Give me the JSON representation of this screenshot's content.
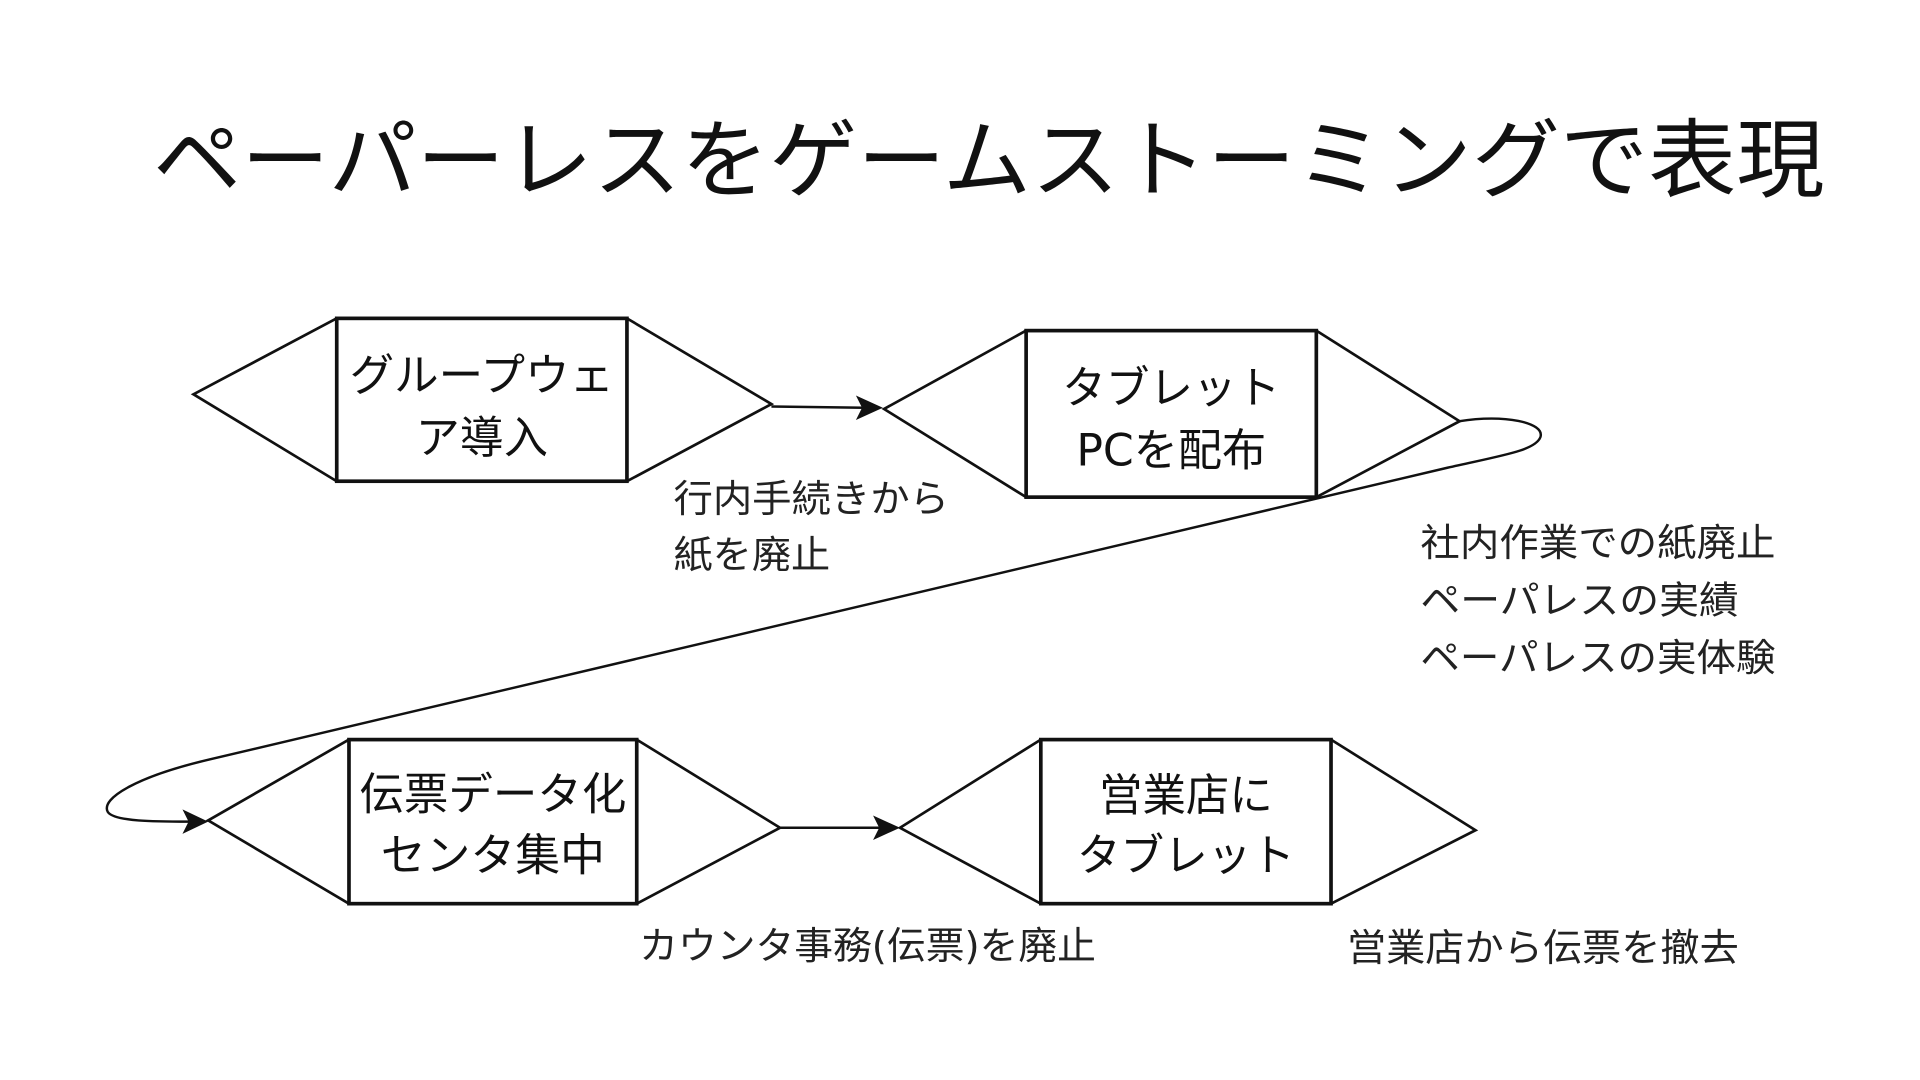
{
  "title": "ペーパーレスをゲームストーミングで表現",
  "nodes": [
    {
      "lines": [
        "グループウェ",
        "ア導入"
      ]
    },
    {
      "lines": [
        "タブレット",
        "PCを配布"
      ]
    },
    {
      "lines": [
        "伝票データ化",
        "センタ集中"
      ]
    },
    {
      "lines": [
        "営業店に",
        "タブレット"
      ]
    }
  ],
  "annotations": [
    {
      "lines": [
        "行内手続きから",
        "紙を廃止"
      ]
    },
    {
      "lines": [
        "社内作業での紙廃止",
        "ペーパレスの実績",
        "ペーパレスの実体験"
      ]
    },
    {
      "lines": [
        "カウンタ事務(伝票)を廃止"
      ]
    },
    {
      "lines": [
        "営業店から伝票を撤去"
      ]
    }
  ],
  "colors": {
    "background": "#ffffff",
    "line": "#111111",
    "text": "#111111",
    "label": "#222222"
  }
}
